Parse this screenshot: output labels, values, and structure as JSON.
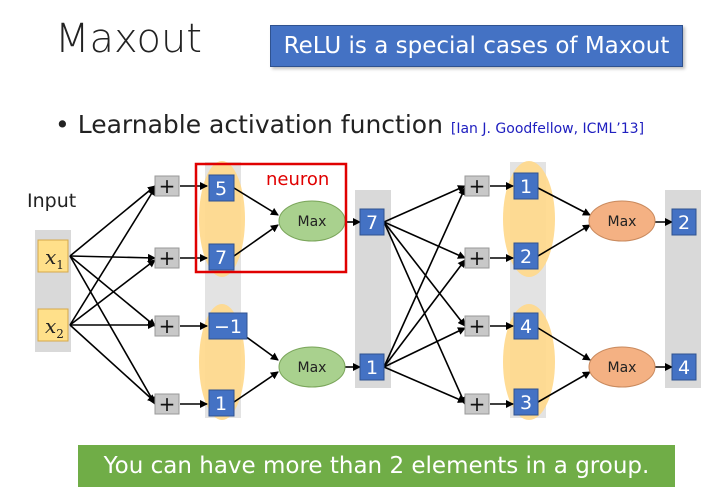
{
  "slide": {
    "title": "Maxout",
    "banner_top": "ReLU is a special cases of Maxout",
    "bullet_text": "Learnable activation function",
    "citation": "[Ian J. Goodfellow, ICML’13]",
    "banner_bottom": "You can have more than 2 elements in a group."
  },
  "diagram": {
    "input_label": "Input",
    "inputs": [
      {
        "base": "x",
        "sub": "1"
      },
      {
        "base": "x",
        "sub": "2"
      }
    ],
    "plus_symbol": "+",
    "layer1_values": [
      "5",
      "7",
      "−1",
      "1"
    ],
    "layer1_outputs": [
      "7",
      "1"
    ],
    "layer2_values": [
      "1",
      "2",
      "4",
      "3"
    ],
    "layer2_outputs": [
      "2",
      "4"
    ],
    "max_label": "Max",
    "neuron_label": "neuron",
    "colors": {
      "value_box": "#4472c4",
      "max_green": "#a9d18e",
      "max_red": "#f4b183",
      "group_oval": "#ffd88a",
      "neuron_frame": "#e00000",
      "column_gray": "#d9d9d9"
    }
  }
}
